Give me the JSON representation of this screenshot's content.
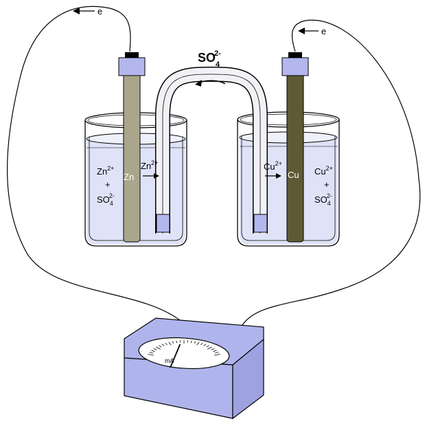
{
  "colors": {
    "background": "#ffffff",
    "zinc_electrode": "#aaa68c",
    "copper_electrode": "#5e5a35",
    "electrode_cap": "#b4b6ee",
    "solution": "#dfe3f7",
    "meter_body": "#b0b4ec",
    "meter_dark": "#8f93d2",
    "outline": "#000000"
  },
  "electron_left": {
    "arrow": "←",
    "label": "e"
  },
  "electron_right": {
    "arrow": "←",
    "label": "e"
  },
  "bridge_ion": {
    "base": "SO",
    "sub": "4",
    "sup": "2-"
  },
  "left_beaker": {
    "electrode": "Zn",
    "ion_moving": {
      "base": "Zn",
      "sup": "2+"
    },
    "ion_top": {
      "base": "Zn",
      "sup": "2+"
    },
    "plus": "+",
    "ion_bottom": {
      "base": "SO",
      "sub": "4",
      "sup": "2-"
    }
  },
  "right_beaker": {
    "electrode": "Cu",
    "ion_moving": {
      "base": "Cu",
      "sup": "2+"
    },
    "ion_top": {
      "base": "Cu",
      "sup": "2+"
    },
    "plus": "+",
    "ion_bottom": {
      "base": "SO",
      "sub": "4",
      "sup": "2-"
    }
  },
  "meter": {
    "unit": "mA",
    "needle_reading": 0.45
  }
}
